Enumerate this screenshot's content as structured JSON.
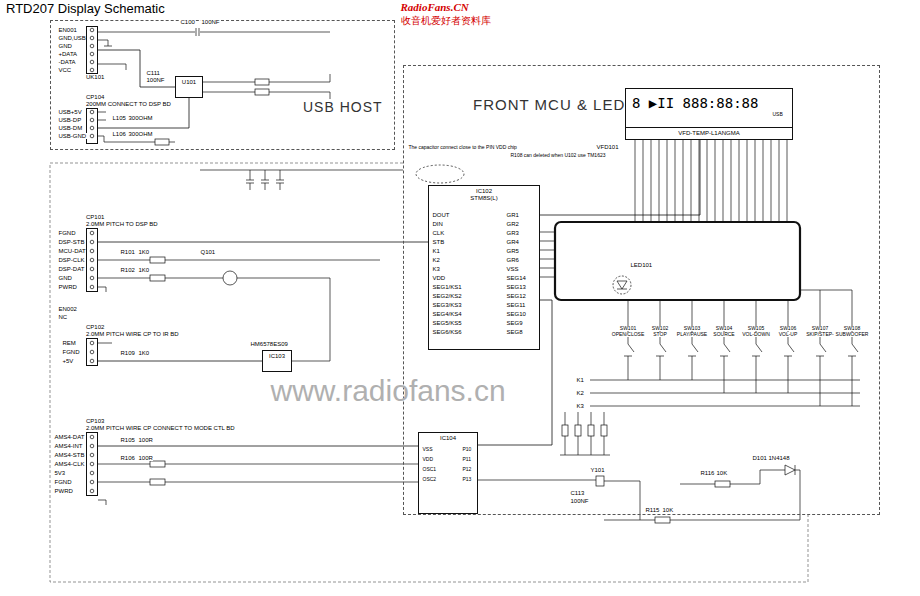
{
  "diagram": {
    "title": "RTD207 Display Schematic",
    "nodes": [
      {
        "text": [
          "USB HOST"
        ]
      },
      {
        "text": [
          "UK101"
        ],
        "in": 0
      },
      {
        "text": [
          "U101"
        ],
        "in": 0
      },
      {
        "text": [
          "CP104",
          "200MM CONNECT TO DSP BD"
        ],
        "in": 0
      },
      {
        "text": [
          "FRONT MCU & LED"
        ]
      },
      {
        "text": [
          "8 ▶II 888:88:88",
          "VFD-TEMP-L1ANGMA"
        ],
        "in": 4
      },
      {
        "text": [
          "IC102",
          "STM8S(L)"
        ],
        "in": 4
      },
      {
        "text": [
          "CP101",
          "2.0MM PITCH TO DSP BD"
        ]
      },
      {
        "text": [
          "CP102",
          "2.0MM PITCH WIRE CP TO IR BD"
        ]
      },
      {
        "text": [
          "IC103"
        ]
      },
      {
        "text": [
          "CP103",
          "2.0MM PITCH WIRE CP CONNECT TO MODE CTL BD"
        ]
      },
      {
        "text": [
          "IC104"
        ],
        "in": 4
      }
    ],
    "edges": [
      {
        "from": 1,
        "to": 2,
        "arrow": "none"
      },
      {
        "from": 2,
        "to": 3,
        "arrow": "none"
      },
      {
        "from": 7,
        "to": 6,
        "arrow": "none"
      },
      {
        "from": 6,
        "to": 5,
        "arrow": "none"
      },
      {
        "from": 8,
        "to": 9,
        "arrow": "none"
      },
      {
        "from": 10,
        "to": 11,
        "arrow": "none"
      },
      {
        "from": 11,
        "to": 6,
        "arrow": "none"
      }
    ],
    "labels": [
      "RadioFans.CN",
      "收音机爱好者资料库",
      "www.radiofans.cn",
      "EN001",
      "GND,USB",
      "GND",
      "+DATA",
      "-DATA",
      "VCC",
      "C100",
      "100NF",
      "C111",
      "100NF",
      "USB+5V",
      "USB-DP",
      "USB-DM",
      "USB-GND",
      "L105",
      "300OHM",
      "L106",
      "300OHM",
      "The capacitor connect close to the PIN VDD chip",
      "R108 can deleted when U102 use TM1623",
      "USB",
      "VFD101",
      "SW101",
      "SW102",
      "SW103",
      "SW104",
      "SW105",
      "SW106",
      "SW107",
      "SW108",
      "OPEN/CLOSE",
      "STOP",
      "PLAY/PAUSE",
      "SOURCE",
      "VOL-DOWN",
      "VOL-UP",
      "SKIP/STEP-",
      "SUBWOOFER",
      "K1",
      "K2",
      "K3",
      "LED101",
      "DOUT",
      "DIN",
      "CLK",
      "STB",
      "K1",
      "K2",
      "K3",
      "VDD",
      "SEG1/KS1",
      "SEG2/KS2",
      "SEG3/KS3",
      "SEG4/KS4",
      "SEG5/KS5",
      "SEG6/KS6",
      "GR1",
      "GR2",
      "GR3",
      "GR4",
      "GR5",
      "GR6",
      "VSS",
      "SEG14",
      "SEG13",
      "SEG12",
      "SEG11",
      "SEG10",
      "SEG9",
      "SEG8",
      "FGND",
      "DSP-STB",
      "MCU-DAT",
      "DSP-CLK",
      "DSP-DAT",
      "GND",
      "PWRD",
      "R101",
      "1K0",
      "R102",
      "1K0",
      "Q101",
      "EN002",
      "NC",
      "REM",
      "FGND",
      "+5V",
      "R109",
      "1K0",
      "HM6578ES09",
      "AMS4-DAT",
      "AMS4-INT",
      "AMS4-STB",
      "AMS4-CLK",
      "5V3",
      "FGND",
      "PWRD",
      "R105",
      "100R",
      "R106",
      "100R",
      "VSS",
      "VDD",
      "OSC1",
      "OSC2",
      "P10",
      "P11",
      "P12",
      "P13",
      "Y101",
      "C113",
      "100NF",
      "R115",
      "10K",
      "R116",
      "10K",
      "D101",
      "1N4148"
    ]
  }
}
